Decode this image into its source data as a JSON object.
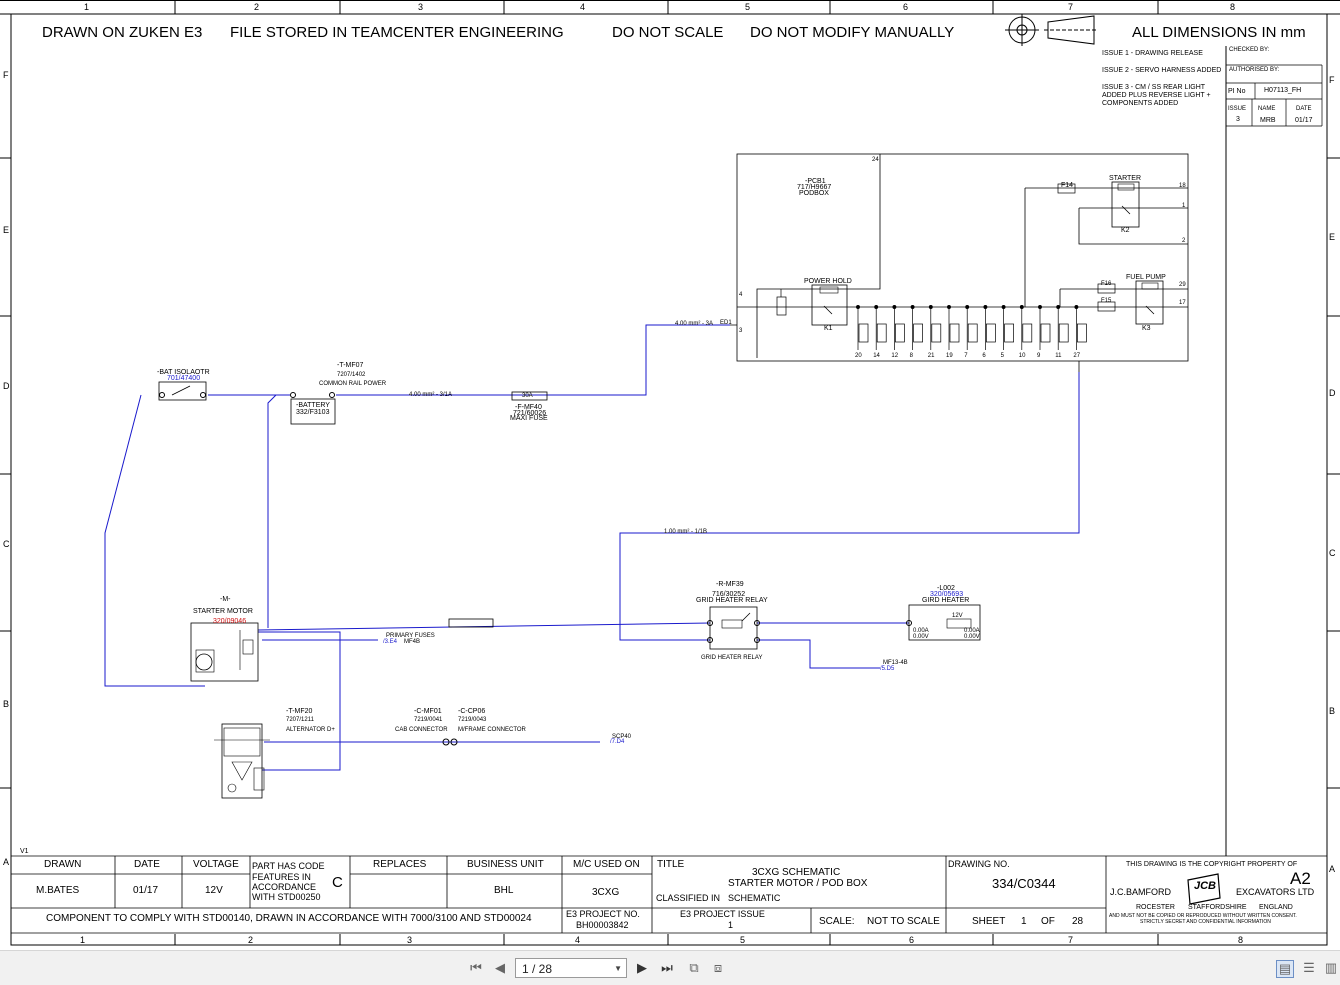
{
  "header": {
    "drawn_on": "DRAWN ON ZUKEN E3",
    "file_stored": "FILE STORED IN TEAMCENTER ENGINEERING",
    "no_scale": "DO NOT SCALE",
    "no_modify": "DO NOT MODIFY MANUALLY",
    "dimensions": "ALL DIMENSIONS IN mm"
  },
  "grid": {
    "columns": [
      "1",
      "2",
      "3",
      "4",
      "5",
      "6",
      "7",
      "8"
    ],
    "rows": [
      "F",
      "E",
      "D",
      "C",
      "B",
      "A"
    ]
  },
  "revisions": {
    "issue1": "ISSUE 1 - DRAWING RELEASE",
    "issue2": "ISSUE 2 - SERVO HARNESS ADDED",
    "issue3_l1": "ISSUE 3 - CM / SS REAR LIGHT",
    "issue3_l2": "ADDED PLUS REVERSE LIGHT +",
    "issue3_l3": "COMPONENTS ADDED",
    "checked_by": "CHECKED BY:",
    "authorised_by": "AUTHORISED BY:",
    "pi_label": "PI No",
    "pi_value": "H07113_FH",
    "issue_h": "ISSUE",
    "name_h": "NAME",
    "date_h": "DATE",
    "issue_v": "3",
    "name_v": "MRB",
    "date_v": "01/17"
  },
  "schematic": {
    "pcb_id": "-PCB1",
    "pcb_part": "717/H9667",
    "pcb_name": "PODBOX",
    "pin24": "24",
    "starter": "STARTER",
    "k2": "K2",
    "k1": "K1",
    "k3": "K3",
    "power_hold": "POWER HOLD",
    "fuel_pump": "FUEL PUMP",
    "f14": "F14",
    "f16": "F16",
    "f15": "F15",
    "pin18": "18",
    "pin1": "1",
    "pin2": "2",
    "pin29": "29",
    "pin17": "17",
    "pin4": "4",
    "pin3": "3",
    "ed1": "ED1",
    "bottom_pins": [
      "20",
      "14",
      "12",
      "8",
      "21",
      "19",
      "7",
      "6",
      "5",
      "10",
      "9",
      "11",
      "27"
    ],
    "bat_iso_id": "-BAT ISOLAOTR",
    "bat_iso_part": "701/47400",
    "tmf07_id": "-T-MF07",
    "tmf07_part": "7207/1402",
    "common_rail": "COMMON RAIL POWER",
    "battery_id": "-BATTERY",
    "battery_part": "332/F3103",
    "fmf40_id": "-F-MF40",
    "fmf40_part": "721/60026",
    "maxi_fuse": "MAXI FUSE",
    "fuse_val": "30A",
    "wire1": "4.00 mm² - 3A",
    "wire2": "4.00 mm² - 3/1A",
    "wire3": "1.00 mm² - 1/1B",
    "m_id": "-M-",
    "starter_motor": "STARTER MOTOR",
    "m_part": "320/09046",
    "primary_fuses": "PRIMARY FUSES",
    "pf_ref": "/3.E4",
    "pf_ref2": "MF4B",
    "rmf39_id": "-R-MF39",
    "rmf39_part": "716/30252",
    "grid_relay": "GRID HEATER RELAY",
    "grid_relay2": "GRID HEATER RELAY",
    "l002_id": "-L002",
    "l002_part": "320/05693",
    "gird_heater": "GIRD HEATER",
    "v12": "12V",
    "a1": "0.00A",
    "v1": "0.00V",
    "a2": "0.00A",
    "v2": "0.00V",
    "mf13": "MF13-4B",
    "mf13_ref": "/5.D5",
    "tmf20_id": "-T-MF20",
    "tmf20_part": "7207/1211",
    "alternator": "ALTERNATOR D+",
    "cmf01_id": "-C-MF01",
    "cmf01_part": "7219/0041",
    "cab_conn": "CAB CONNECTOR",
    "ccp06_id": "-C-CP06",
    "ccp06_part": "7219/0043",
    "mframe_conn": "M/FRAME CONNECTOR",
    "scp40": "SCP40",
    "scp40_ref": "/7.D4",
    "v1_mark": "V1"
  },
  "title_block": {
    "drawn_h": "DRAWN",
    "date_h": "DATE",
    "voltage_h": "VOLTAGE",
    "drawn_v": "M.BATES",
    "date_v": "01/17",
    "voltage_v": "12V",
    "part_code_1": "PART HAS CODE",
    "part_code_2": "FEATURES IN",
    "part_code_3": "ACCORDANCE",
    "part_code_4": "WITH STD00250",
    "code": "C",
    "replaces_h": "REPLACES",
    "bu_h": "BUSINESS UNIT",
    "bu_v": "BHL",
    "mc_h": "M/C USED ON",
    "mc_v": "3CXG",
    "title_h": "TITLE",
    "title_l1": "3CXG SCHEMATIC",
    "title_l2": "STARTER MOTOR / POD BOX",
    "classified_h": "CLASSIFIED IN",
    "classified_v": "SCHEMATIC",
    "drawing_no_h": "DRAWING NO.",
    "drawing_no_v": "334/C0344",
    "compliance": "COMPONENT TO COMPLY WITH STD00140, DRAWN IN ACCORDANCE WITH 7000/3100 AND STD00024",
    "project_no_h": "E3 PROJECT NO.",
    "project_no_v": "BH00003842",
    "project_issue_h": "E3 PROJECT ISSUE",
    "project_issue_v": "1",
    "scale_h": "SCALE:",
    "scale_v": "NOT TO SCALE",
    "sheet_h": "SHEET",
    "sheet_v": "1",
    "of_h": "OF",
    "of_v": "28",
    "copyright": "THIS DRAWING IS THE COPYRIGHT PROPERTY OF",
    "size": "A2",
    "company_1": "J.C.BAMFORD",
    "company_2": "EXCAVATORS LTD",
    "logo": "JCB",
    "loc_1": "ROCESTER",
    "loc_2": "STAFFORDSHIRE",
    "loc_3": "ENGLAND",
    "legal_1": "AND MUST NOT BE COPIED OR REPRODUCED WITHOUT WRITTEN CONSENT.",
    "legal_2": "STRICTLY SECRET AND CONFIDENTIAL INFORMATION"
  },
  "viewer": {
    "page_indicator": "1 / 28"
  },
  "colors": {
    "wire": "#1a1acc",
    "ink": "#000000",
    "accent_red": "#cc1111"
  }
}
